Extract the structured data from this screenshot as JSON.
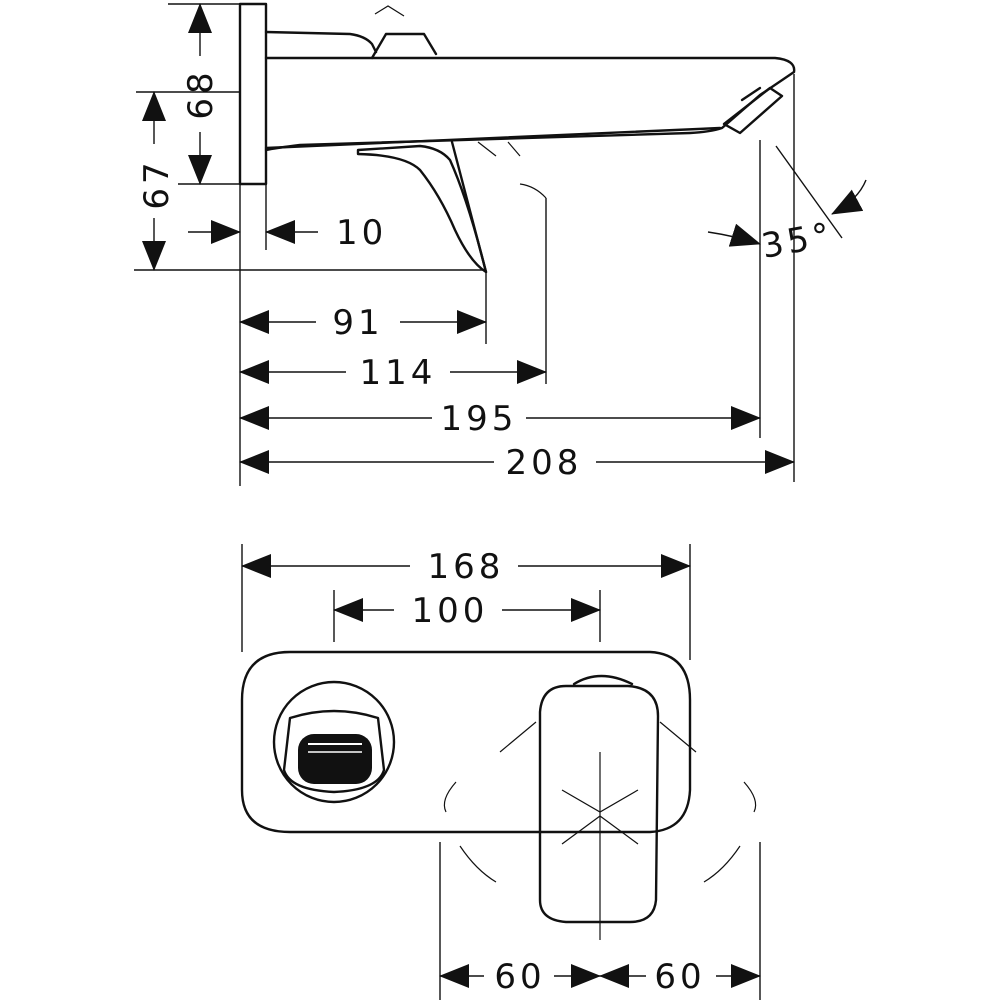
{
  "side_view": {
    "height_upper": "68",
    "height_lower": "67",
    "plate_thickness": "10",
    "lever_reach": "91",
    "lever_sweep_reach": "114",
    "outlet_reach": "195",
    "spout_length": "208",
    "aerator_angle": "35°"
  },
  "front_view": {
    "plate_width": "168",
    "axis_spacing": "100",
    "swing_left": "60",
    "swing_right": "60"
  }
}
